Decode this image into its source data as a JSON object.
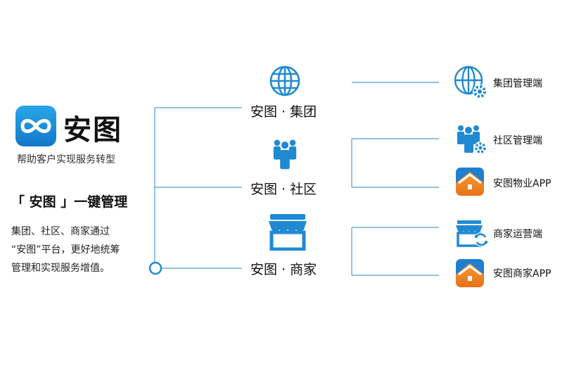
{
  "brand": {
    "name": "安图",
    "tagline": "帮助客户实现服务转型"
  },
  "headline": "「 安图 」一键管理",
  "description": "集团、社区、商家通过\n“安图”平台，更好地统筹\n管理和实现服务增值。",
  "nodes": [
    {
      "label": "安图 · 集团",
      "icon": "globe-icon"
    },
    {
      "label": "安图 · 社区",
      "icon": "people-icon"
    },
    {
      "label": "安图 · 商家",
      "icon": "storefront-icon"
    }
  ],
  "leaves": [
    {
      "label": "集团管理端",
      "icon": "globe-gear-icon"
    },
    {
      "label": "社区管理端",
      "icon": "people-gear-icon"
    },
    {
      "label": "安图物业APP",
      "icon": "house-app-icon"
    },
    {
      "label": "商家运营端",
      "icon": "store-cycle-icon"
    },
    {
      "label": "安图商家APP",
      "icon": "house-app-icon"
    }
  ],
  "colors": {
    "primary": "#1f8ad2",
    "line": "#4a9fd8",
    "orange": "#f08a1c"
  }
}
